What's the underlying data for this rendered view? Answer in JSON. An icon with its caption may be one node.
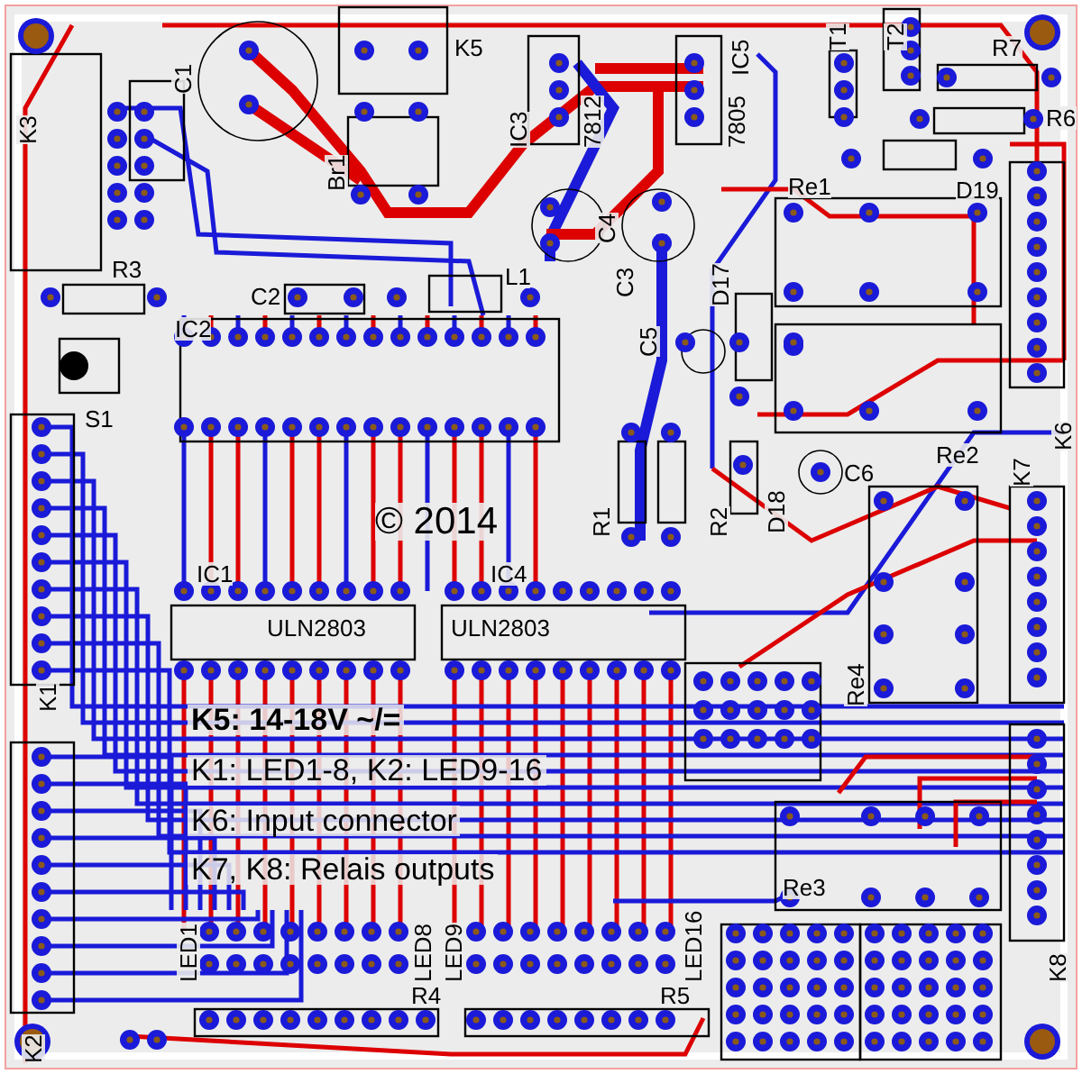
{
  "diagram": {
    "labels": [
      "C1",
      "K5",
      "IC3",
      "7812",
      "IC5",
      "7805",
      "T1",
      "T2",
      "R7",
      "K3",
      "R6",
      "Br1",
      "Re1",
      "D19",
      "C4",
      "D17",
      "R3",
      "C2",
      "L1",
      "C3",
      "C5",
      "IC2",
      "S1",
      "D18",
      "C6",
      "Re2",
      "K6",
      "K7",
      "© 2014",
      "R1",
      "R2",
      "IC1",
      "IC4",
      "ULN2803",
      "ULN2803",
      "K1",
      "Re4",
      "K5: 14-18V ~/=",
      "K1: LED1-8, K2: LED9-16",
      "K6: Input connector",
      "K7, K8: Relais outputs",
      "Re3",
      "LED1",
      "LED8",
      "LED9",
      "LED16",
      "R4",
      "R5",
      "K8",
      "K2"
    ]
  }
}
